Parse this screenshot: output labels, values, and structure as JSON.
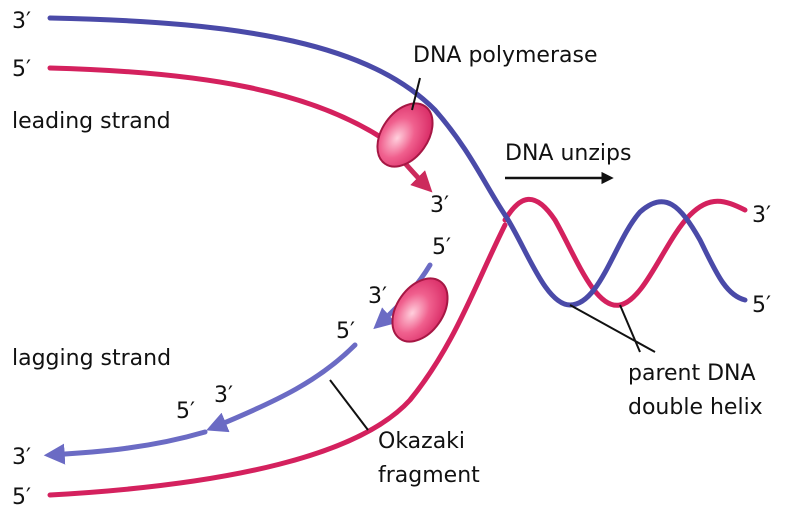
{
  "labels": {
    "dna_polymerase": "DNA polymerase",
    "leading_strand": "leading strand",
    "dna_unzips": "DNA unzips",
    "lagging_strand": "lagging strand",
    "parent_dna_line1": "parent DNA",
    "parent_dna_line2": "double helix",
    "okazaki_line1": "Okazaki",
    "okazaki_line2": "fragment"
  },
  "ends": {
    "top_blue_left": "3′",
    "top_red_left": "5′",
    "leading_tip": "3′",
    "lagging_new_start": "5′",
    "fragment1_3": "3′",
    "fragment1_5": "5′",
    "fragment2_3": "3′",
    "fragment2_5": "5′",
    "bottom_blue_left": "3′",
    "bottom_red_left": "5′",
    "helix_right_red": "3′",
    "helix_right_blue": "5′"
  },
  "colors": {
    "parent_blue": "#4a4aa8",
    "parent_red": "#d4215e",
    "new_red": "#cc2a5c",
    "new_blue": "#6b6bc4",
    "polymerase_fill": "#e7457c",
    "polymerase_stroke": "#a61744",
    "text": "#111111"
  }
}
